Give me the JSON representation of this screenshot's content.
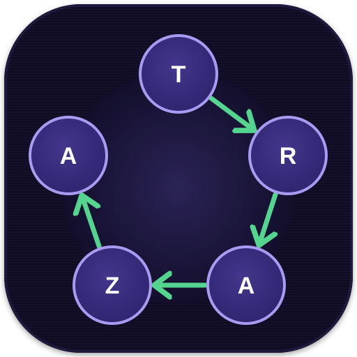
{
  "game": {
    "nodes": [
      {
        "letter": "T",
        "order": 1
      },
      {
        "letter": "R",
        "order": 2
      },
      {
        "letter": "A",
        "order": 3
      },
      {
        "letter": "Z",
        "order": 4
      },
      {
        "letter": "A",
        "order": 5
      }
    ],
    "colors": {
      "background": "#0f0b24",
      "node_fill": "#3b2f80",
      "node_stroke": "#a79cf2",
      "arrow": "#54d48e",
      "letter": "#ffffff"
    }
  }
}
